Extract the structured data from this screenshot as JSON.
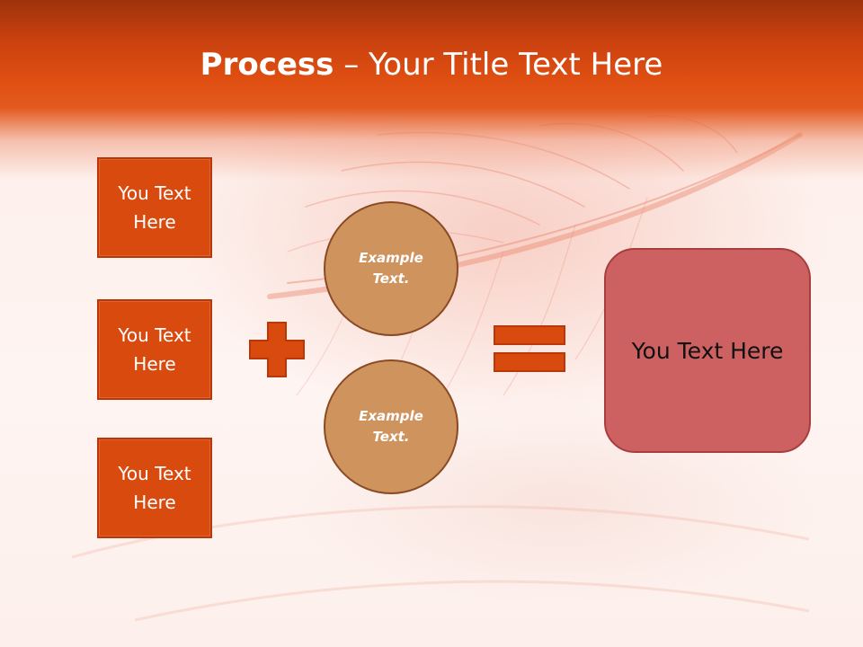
{
  "title": {
    "bold": "Process",
    "separator": " – ",
    "rest": "Your Title Text Here"
  },
  "left_boxes": [
    {
      "label": "You Text Here"
    },
    {
      "label": "You Text Here"
    },
    {
      "label": "You Text Here"
    }
  ],
  "circles": [
    {
      "label": "Example Text."
    },
    {
      "label": "Example Text."
    }
  ],
  "result": {
    "label": "You Text Here"
  },
  "colors": {
    "header": "#e04f12",
    "box_fill": "#d94a0f",
    "circle_fill": "#cf935e",
    "result_fill": "#cd6161"
  }
}
